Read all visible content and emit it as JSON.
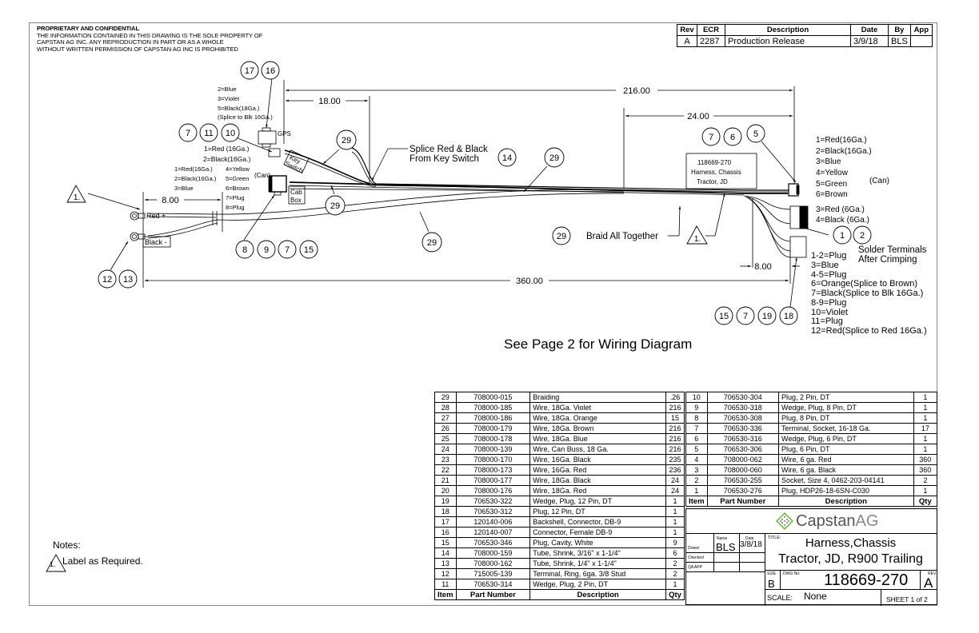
{
  "proprietary": {
    "title": "PROPRIETARY AND CONFIDENTIAL",
    "lines": [
      "THE INFORMATION CONTAINED IN THIS DRAWING IS THE SOLE PROPERTY OF",
      "CAPSTAN AG INC. ANY REPRODUCTION IN PART OR AS A WHOLE",
      "WITHOUT WRITTEN PERMISSION OF CAPSTAN AG INC IS PROHIBITED"
    ]
  },
  "revision_table": {
    "headers": [
      "Rev",
      "ECR",
      "Description",
      "Date",
      "By",
      "App"
    ],
    "rows": [
      [
        "A",
        "2287",
        "Production Release",
        "3/9/18",
        "BLS",
        ""
      ]
    ]
  },
  "drawing": {
    "dimensions": {
      "d216": "216.00",
      "d18": "18.00",
      "d24": "24.00",
      "d8_left": "8.00",
      "d360": "360.00",
      "d8_right": "8.00"
    },
    "labels": {
      "gps": "GPS",
      "key_switch_1": "Key",
      "key_switch_2": "Switch",
      "can": "(Can)",
      "cab_box_1": "Cab",
      "cab_box_2": "Box",
      "red_plus": "Red +",
      "black_minus": "Black -",
      "splice_1": "Splice Red & Black",
      "splice_2": "From Key Switch",
      "braid": "Braid All Together",
      "harness_label_1": "118669-270",
      "harness_label_2": "Harness, Chassis",
      "harness_label_3": "Tractor, JD",
      "solder_1": "Solder Terminals",
      "solder_2": "After Crimping",
      "see_page2": "See Page 2 for Wiring Diagram"
    },
    "pinouts": {
      "gps": [
        "2=Blue",
        "3=Violet",
        "5=Black(18Ga.)",
        "(Splice to Blk 16Ga.)"
      ],
      "key_switch": [
        "1=Red (16Ga.)",
        "2=Black(16Ga.)"
      ],
      "cab_left": [
        "1=Red(16Ga.)",
        "2=Black(16Ga.)",
        "3=Blue"
      ],
      "cab_right": [
        "4=Yellow",
        "5=Green",
        "6=Brown",
        "7=Plug",
        "8=Plug"
      ],
      "right_can": [
        "1=Red(16Ga.)",
        "2=Black(16Ga.)",
        "3=Blue",
        "4=Yellow",
        "5=Green",
        "6=Brown"
      ],
      "right_can_note": "(Can)",
      "right_power": [
        "3=Red (6Ga.)",
        "4=Black (6Ga.)"
      ],
      "right_12pin": [
        "1-2=Plug",
        "3=Blue",
        "4-5=Plug",
        "6=Orange(Splice to Brown)",
        "7=Black(Splice to Blk 16Ga.)",
        "8-9=Plug",
        "10=Violet",
        "11=Plug",
        "12=Red(Splice to Red 16Ga.)"
      ]
    },
    "balloons": {
      "b17": "17",
      "b16": "16",
      "b7a": "7",
      "b11": "11",
      "b10": "10",
      "b29a": "29",
      "b29b": "29",
      "b29c": "29",
      "b29d": "29",
      "b29e": "29",
      "b14": "14",
      "b8": "8",
      "b9": "9",
      "b7b": "7",
      "b15a": "15",
      "b12": "12",
      "b13": "13",
      "b7c": "7",
      "b6": "6",
      "b5": "5",
      "b1": "1",
      "b2": "2",
      "b15b": "15",
      "b7d": "7",
      "b19": "19",
      "b18": "18",
      "flag": "1."
    }
  },
  "bom_left": {
    "rows": [
      [
        "29",
        "708000-015",
        "Braiding",
        ".26"
      ],
      [
        "28",
        "708000-185",
        "Wire, 18Ga. Violet",
        "216"
      ],
      [
        "27",
        "708000-186",
        "Wire, 18Ga. Orange",
        "15"
      ],
      [
        "26",
        "708000-179",
        "Wire, 18Ga. Brown",
        "216"
      ],
      [
        "25",
        "708000-178",
        "Wire, 18Ga. Blue",
        "216"
      ],
      [
        "24",
        "708000-139",
        "Wire, Can Buss, 18 Ga.",
        "216"
      ],
      [
        "23",
        "708000-170",
        "Wire, 16Ga. Black",
        "235"
      ],
      [
        "22",
        "708000-173",
        "Wire, 16Ga. Red",
        "236"
      ],
      [
        "21",
        "708000-177",
        "Wire, 18Ga. Black",
        "24"
      ],
      [
        "20",
        "708000-176",
        "Wire, 18Ga. Red",
        "24"
      ],
      [
        "19",
        "706530-322",
        "Wedge, Plug, 12 Pin, DT",
        "1"
      ],
      [
        "18",
        "706530-312",
        "Plug, 12 Pin, DT",
        "1"
      ],
      [
        "17",
        "120140-006",
        "Backshell, Connector, DB-9",
        "1"
      ],
      [
        "16",
        "120140-007",
        "Connector, Female DB-9",
        "1"
      ],
      [
        "15",
        "706530-346",
        "Plug, Cavity, White",
        "9"
      ],
      [
        "14",
        "708000-159",
        "Tube, Shrink, 3/16\" x 1-1/4\"",
        "6"
      ],
      [
        "13",
        "708000-162",
        "Tube, Shrink, 1/4\" x 1-1/4\"",
        "2"
      ],
      [
        "12",
        "715005-139",
        "Terminal, Ring, 6ga. 3/8 Stud",
        "2"
      ],
      [
        "11",
        "706530-314",
        "Wedge, Plug, 2 Pin, DT",
        "1"
      ]
    ],
    "headers": [
      "Item",
      "Part Number",
      "Description",
      "Qty"
    ]
  },
  "bom_right": {
    "rows": [
      [
        "10",
        "706530-304",
        "Plug, 2 Pin, DT",
        "1"
      ],
      [
        "9",
        "706530-318",
        "Wedge, Plug, 8 Pin, DT",
        "1"
      ],
      [
        "8",
        "706530-308",
        "Plug, 8 Pin, DT",
        "1"
      ],
      [
        "7",
        "706530-336",
        "Terminal, Socket, 16-18 Ga.",
        "17"
      ],
      [
        "6",
        "706530-316",
        "Wedge, Plug, 6 Pin, DT",
        "1"
      ],
      [
        "5",
        "706530-306",
        "Plug, 6 Pin, DT",
        "1"
      ],
      [
        "4",
        "708000-062",
        "Wire, 6 ga. Red",
        "360"
      ],
      [
        "3",
        "708000-060",
        "Wire, 6 ga. Black",
        "360"
      ],
      [
        "2",
        "706530-255",
        "Socket, Size 4, 0462-203-04141",
        "2"
      ],
      [
        "1",
        "706530-276",
        "Plug, HDP26-18-6SN-C030",
        "1"
      ]
    ],
    "headers": [
      "Item",
      "Part Number",
      "Description",
      "Qty"
    ]
  },
  "title_block": {
    "logo_text_1": "Capstan",
    "logo_text_2": "AG",
    "name_header": "Name",
    "date_header": "Date",
    "drawn_label": "Drawn",
    "drawn_name": "BLS",
    "drawn_date": "3/8/18",
    "checked_label": "Checked",
    "qa_label": "QA APP",
    "title_label": "TITLE:",
    "title_line_1": "Harness,Chassis",
    "title_line_2": "Tractor, JD, R900 Trailing",
    "size_label": "SIZE",
    "size": "B",
    "dwg_label": "DWG No:",
    "dwg_no": "118669-270",
    "rev_label": "REV",
    "rev": "A",
    "scale_label": "SCALE:",
    "scale": "None",
    "sheet": "SHEET 1 of 2",
    "brand_green": "#6abf3f",
    "brand_gray": "#555555"
  },
  "notes": {
    "heading": "Notes:",
    "items": [
      {
        "flag": "1.",
        "text": "Label as Required."
      }
    ]
  }
}
